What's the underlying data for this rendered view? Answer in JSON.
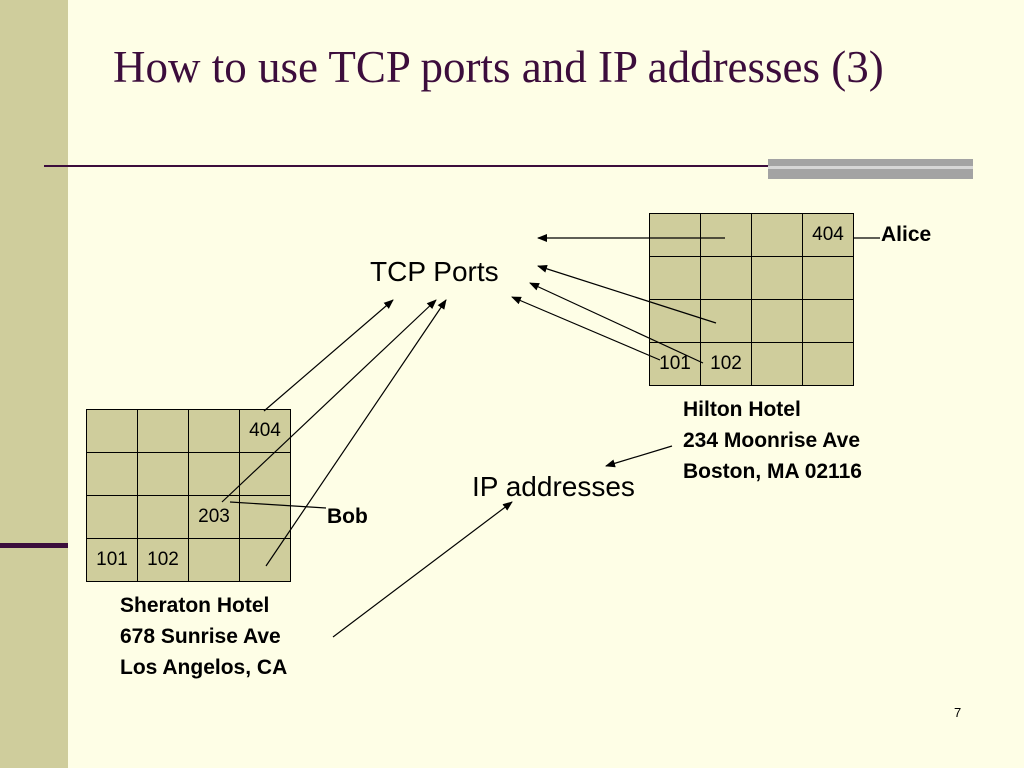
{
  "title": "How to use TCP ports and IP addresses (3)",
  "labels": {
    "tcp_ports": "TCP Ports",
    "ip_addresses": "IP addresses",
    "alice": "Alice",
    "bob": "Bob"
  },
  "hilton": {
    "name": "Hilton Hotel",
    "street": "234 Moonrise Ave",
    "city": "Boston, MA 02116",
    "rows": [
      [
        "",
        "",
        "",
        "404"
      ],
      [
        "",
        "",
        "",
        ""
      ],
      [
        "",
        "",
        "",
        ""
      ],
      [
        "101",
        "102",
        "",
        ""
      ]
    ]
  },
  "sheraton": {
    "name": "Sheraton Hotel",
    "street": "678 Sunrise Ave",
    "city": "Los Angelos, CA",
    "rows": [
      [
        "",
        "",
        "",
        "404"
      ],
      [
        "",
        "",
        "",
        ""
      ],
      [
        "",
        "",
        "203",
        ""
      ],
      [
        "101",
        "102",
        "",
        ""
      ]
    ]
  },
  "page_number": "7",
  "colors": {
    "background": "#fefee6",
    "sidebar": "#cfcd9c",
    "title": "#3c0d3c",
    "grid_fill": "#cfcd9c"
  }
}
